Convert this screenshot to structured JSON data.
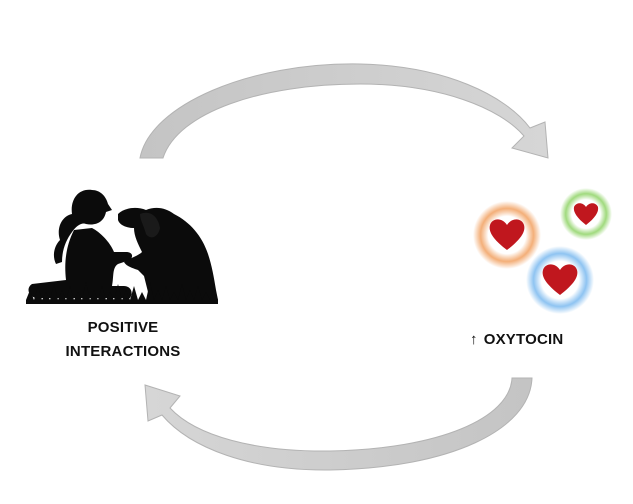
{
  "left_node": {
    "label_line1": "POSITIVE",
    "label_line2": "INTERACTIONS",
    "icon": "person-and-dog-silhouette-icon"
  },
  "right_node": {
    "arrow_symbol": "↑",
    "label": "OXYTOCIN",
    "icon": "hearts-cluster-icon",
    "heart_color": "#c0171e",
    "halo_colors": [
      "#f0a060",
      "#8fd16a",
      "#7cb6e8"
    ]
  },
  "arrows": {
    "color": "#bdbdbd",
    "top": "left-to-right",
    "bottom": "right-to-left"
  },
  "colors": {
    "silhouette": "#0b0b0b",
    "text": "#111111",
    "background": "#ffffff"
  }
}
